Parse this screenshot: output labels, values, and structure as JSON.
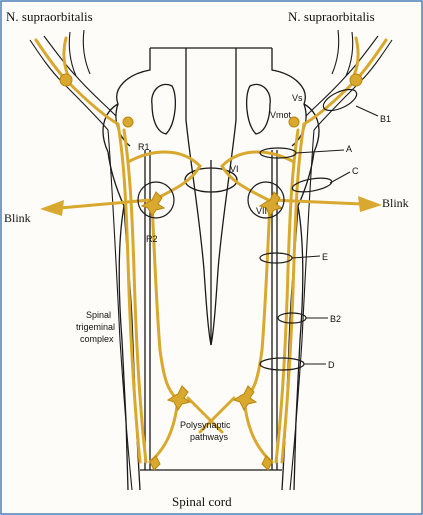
{
  "labels": {
    "nerve_left": "N. supraorbitalis",
    "nerve_right": "N. supraorbitalis",
    "blink_left": "Blink",
    "blink_right": "Blink",
    "spinal_cord": "Spinal cord",
    "r1": "R1",
    "r2": "R2",
    "vmot": "Vmot",
    "vs": "Vs",
    "vi": "VI",
    "vii": "VII",
    "b1": "B1",
    "a": "A",
    "c": "C",
    "e": "E",
    "b2": "B2",
    "d": "D",
    "spinal_trig_1": "Spinal",
    "spinal_trig_2": "trigeminal",
    "spinal_trig_3": "complex",
    "poly_1": "Polysynaptic",
    "poly_2": "pathways"
  },
  "colors": {
    "pathway": "#d9a82e",
    "pathway_dark": "#b8860b",
    "outline": "#1a1a1a",
    "background": "#fdfcf8",
    "frame": "#4a7fb5"
  }
}
